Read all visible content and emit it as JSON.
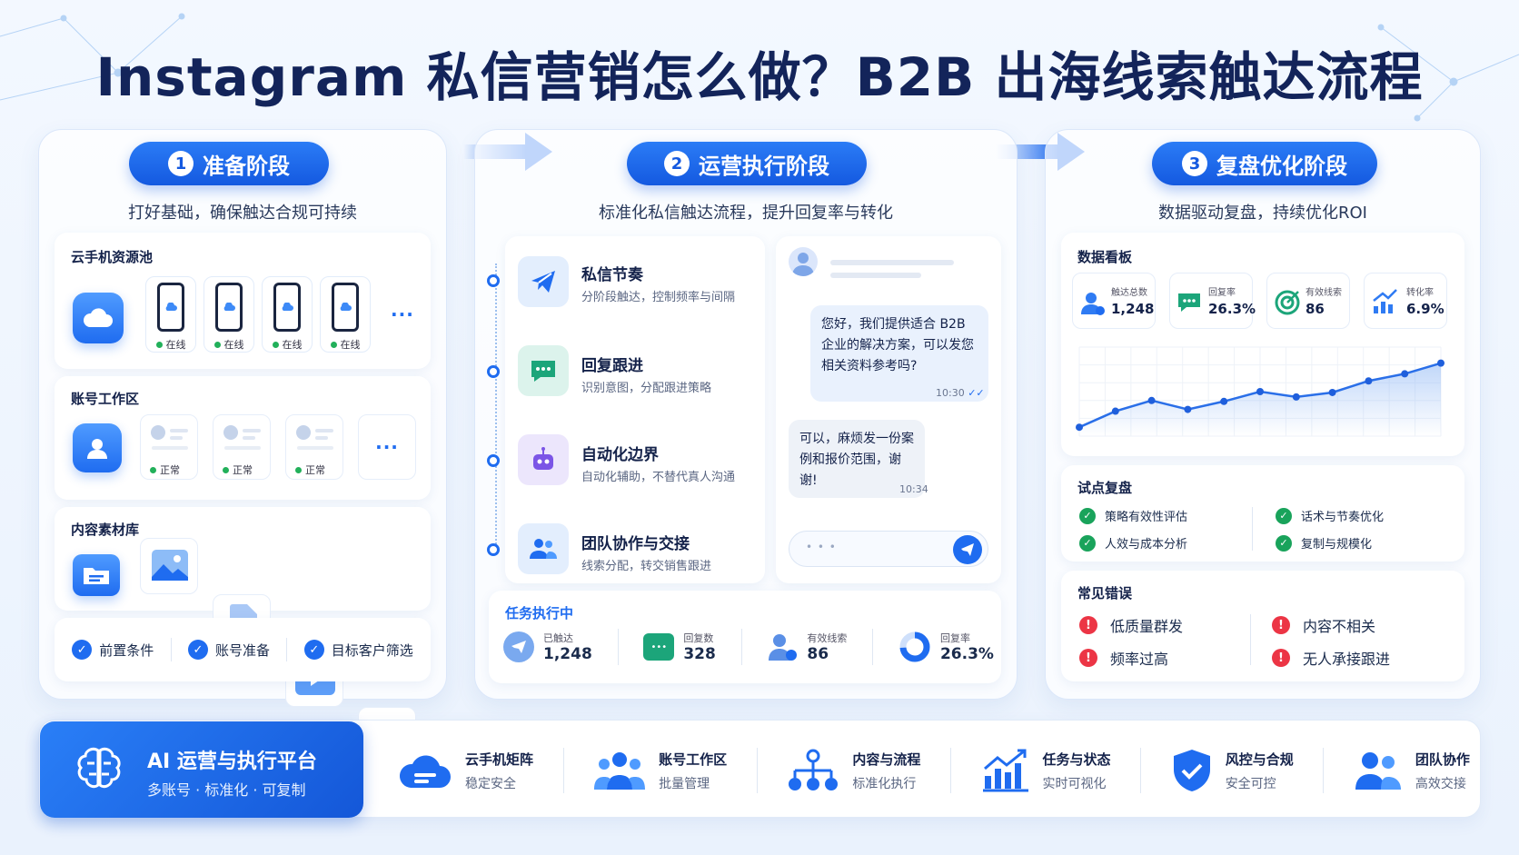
{
  "title": "Instagram 私信营销怎么做？B2B 出海线索触达流程",
  "colors": {
    "primary": "#1f6cf0",
    "success": "#19a35b",
    "danger": "#ec3545",
    "title": "#13245a"
  },
  "stage1": {
    "number": "1",
    "label": "准备阶段",
    "subtitle": "打好基础，确保触达合规可持续",
    "cloud_pool": {
      "title": "云手机资源池",
      "icon": "cloud-icon",
      "phones": [
        {
          "status": "在线"
        },
        {
          "status": "在线"
        },
        {
          "status": "在线"
        },
        {
          "status": "在线"
        }
      ],
      "more": "···"
    },
    "accounts": {
      "title": "账号工作区",
      "icon": "user-icon",
      "cards": [
        {
          "status": "正常"
        },
        {
          "status": "正常"
        },
        {
          "status": "正常"
        }
      ],
      "more": "···"
    },
    "content": {
      "title": "内容素材库",
      "icons": [
        "folder-icon",
        "image-icon",
        "document-icon",
        "video-icon"
      ],
      "more": "···"
    },
    "checks": [
      "前置条件",
      "账号准备",
      "目标客户筛选"
    ]
  },
  "stage2": {
    "number": "2",
    "label": "运营执行阶段",
    "subtitle": "标准化私信触达流程，提升回复率与转化",
    "steps": [
      {
        "title": "私信节奏",
        "desc": "分阶段触达，控制频率与间隔",
        "icon": "send-icon"
      },
      {
        "title": "回复跟进",
        "desc": "识别意图，分配跟进策略",
        "icon": "chat-icon"
      },
      {
        "title": "自动化边界",
        "desc": "自动化辅助，不替代真人沟通",
        "icon": "robot-icon"
      },
      {
        "title": "团队协作与交接",
        "desc": "线索分配，转交销售跟进",
        "icon": "team-icon"
      }
    ],
    "chat": {
      "msg_out": "您好，我们提供适合 B2B 企业的解决方案，可以发您相关资料参考吗?",
      "msg_out_time": "10:30",
      "msg_in": "可以，麻烦发一份案例和报价范围，谢谢!",
      "msg_in_time": "10:34",
      "input_dots": "• • •"
    },
    "tasks": {
      "title": "任务执行中",
      "items": [
        {
          "label": "已触达",
          "value": "1,248",
          "icon": "send-icon"
        },
        {
          "label": "回复数",
          "value": "328",
          "icon": "chat-icon"
        },
        {
          "label": "有效线索",
          "value": "86",
          "icon": "lead-icon"
        },
        {
          "label": "回复率",
          "value": "26.3%",
          "icon": "donut-icon"
        }
      ]
    }
  },
  "stage3": {
    "number": "3",
    "label": "复盘优化阶段",
    "subtitle": "数据驱动复盘，持续优化ROI",
    "dashboard": {
      "title": "数据看板",
      "kpis": [
        {
          "label": "触达总数",
          "value": "1,248",
          "icon": "user-icon"
        },
        {
          "label": "回复率",
          "value": "26.3%",
          "icon": "chat-icon"
        },
        {
          "label": "有效线索",
          "value": "86",
          "icon": "target-icon"
        },
        {
          "label": "转化率",
          "value": "6.9%",
          "icon": "growth-chart-icon"
        }
      ],
      "trend": [
        0.1,
        0.28,
        0.4,
        0.3,
        0.39,
        0.5,
        0.44,
        0.49,
        0.62,
        0.7,
        0.82
      ]
    },
    "pilot": {
      "title": "试点复盘",
      "items": [
        "策略有效性评估",
        "话术与节奏优化",
        "人效与成本分析",
        "复制与规模化"
      ]
    },
    "errors": {
      "title": "常见错误",
      "items": [
        "低质量群发",
        "内容不相关",
        "频率过高",
        "无人承接跟进"
      ]
    }
  },
  "platform": {
    "title": "AI 运营与执行平台",
    "subtitle": "多账号 · 标准化 · 可复制",
    "icon": "brain-icon",
    "features": [
      {
        "title": "云手机矩阵",
        "desc": "稳定安全",
        "icon": "cloud-icon"
      },
      {
        "title": "账号工作区",
        "desc": "批量管理",
        "icon": "users-icon"
      },
      {
        "title": "内容与流程",
        "desc": "标准化执行",
        "icon": "flow-icon"
      },
      {
        "title": "任务与状态",
        "desc": "实时可视化",
        "icon": "bar-chart-icon"
      },
      {
        "title": "风控与合规",
        "desc": "安全可控",
        "icon": "shield-icon"
      },
      {
        "title": "团队协作",
        "desc": "高效交接",
        "icon": "team-icon"
      }
    ]
  }
}
